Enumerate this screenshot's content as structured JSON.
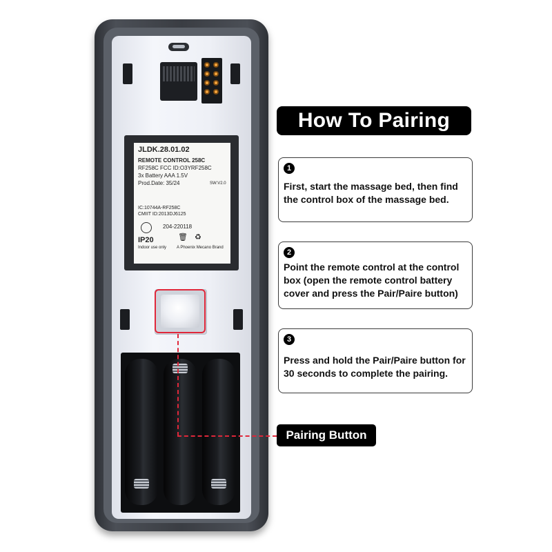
{
  "heading": "How To Pairing",
  "steps": [
    {
      "number": "1",
      "text": "First, start the massage bed, then find the control box of the massage bed."
    },
    {
      "number": "2",
      "text": "Point the remote control at the control box (open the remote control battery cover and press the Pair/Paire button)"
    },
    {
      "number": "3",
      "text": "Press and hold the Pair/Paire button for 30 seconds to complete the pairing."
    }
  ],
  "pairing_label": "Pairing Button",
  "sticker": {
    "model": "JLDK.28.01.02",
    "title": "REMOTE CONTROL 258C",
    "fcc": "RF258C FCC ID:O3YRF258C",
    "battery": "3x Battery AAA 1.5V",
    "prod_date": "Prod.Date: 35/24",
    "sw": "SW:V2.0",
    "ic": "IC:10744A-RF258C",
    "cmiit": "CMIIT ID:2013DJ6125",
    "cert_no": "204-220118",
    "ip": "IP20",
    "indoor": "Indoor use only",
    "brand": "A Phoenix Mecano Brand"
  },
  "colors": {
    "accent_red": "#e0273a",
    "label_black": "#000000"
  }
}
